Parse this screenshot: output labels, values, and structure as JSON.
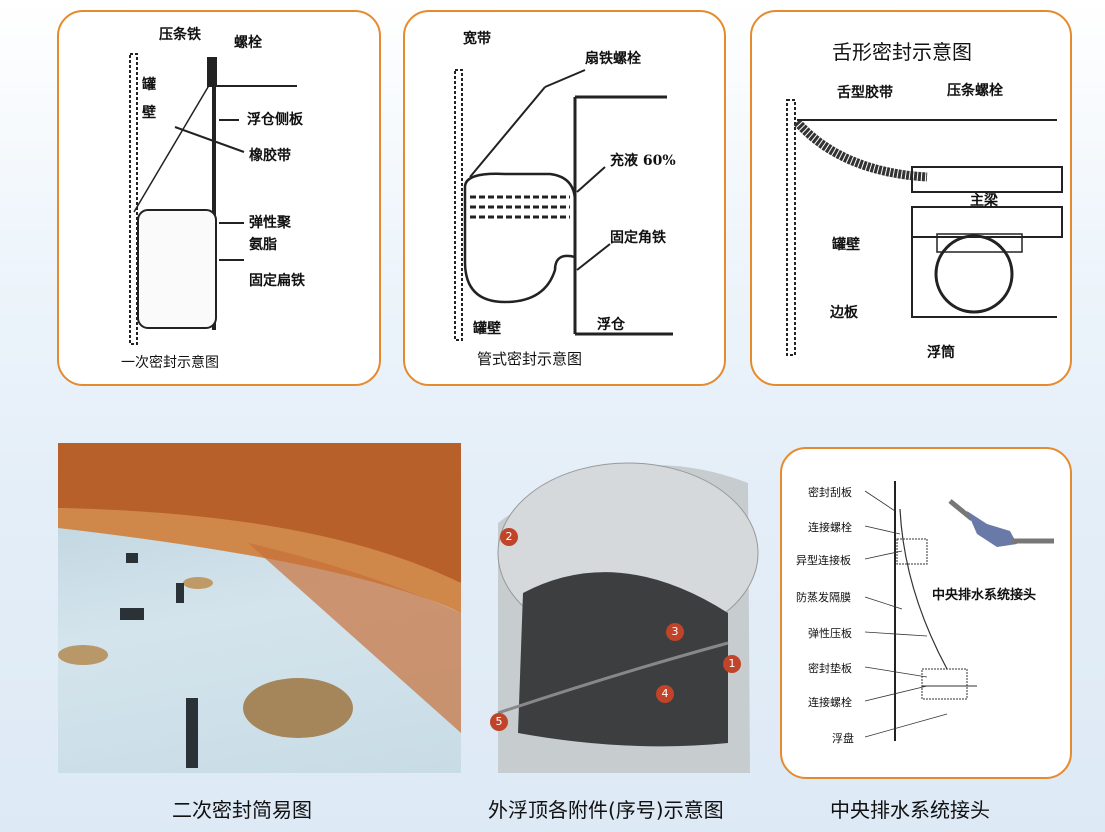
{
  "panel1": {
    "labels": [
      "压条铁",
      "螺栓",
      "罐",
      "壁",
      "浮仓侧板",
      "橡胶带",
      "弹性聚",
      "氨脂",
      "固定扁铁"
    ],
    "caption": "一次密封示意图"
  },
  "panel2": {
    "labels": [
      "宽带",
      "扇铁螺栓",
      "充液 60%",
      "固定角铁",
      "罐壁",
      "浮仓"
    ],
    "caption": "管式密封示意图"
  },
  "panel3": {
    "title": "舌形密封示意图",
    "labels": [
      "舌型胶带",
      "压条螺栓",
      "主梁",
      "罐壁",
      "边板",
      "浮筒"
    ]
  },
  "panel6": {
    "labels": [
      "密封刮板",
      "连接螺栓",
      "异型连接板",
      "防蒸发隔膜",
      "弹性压板",
      "密封垫板",
      "连接螺栓",
      "浮盘"
    ],
    "inset_label": "中央排水系统接头"
  },
  "photo2": {
    "markers": [
      "1",
      "2",
      "3",
      "4",
      "5"
    ]
  },
  "captions": [
    "二次密封简易图",
    "外浮顶各附件(序号)示意图",
    "中央排水系统接头"
  ],
  "colors": {
    "border": "#e68a2e",
    "marker": "#c0442a"
  }
}
